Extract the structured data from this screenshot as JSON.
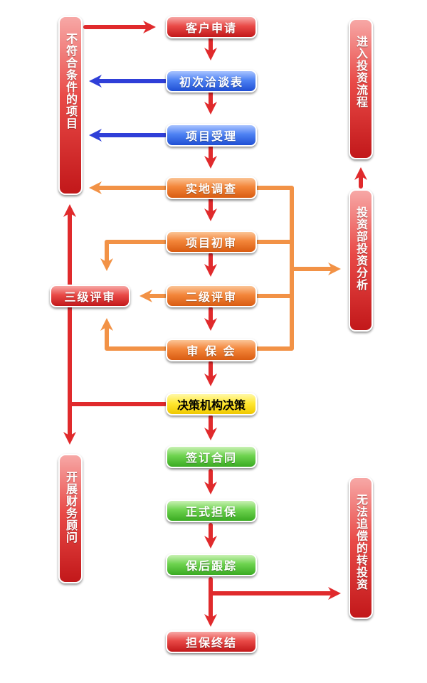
{
  "colors": {
    "red": "#d9262a",
    "blue": "#2d58e0",
    "orange": "#f08a3c",
    "yellow": "#ffe42a",
    "green": "#52c23a"
  },
  "flow": {
    "step1": "客户申请",
    "step2": "初次洽谈表",
    "step3": "项目受理",
    "step4": "实地调查",
    "step5": "项目初审",
    "step6": "二级评审",
    "step7": "审 保 会",
    "step8": "决策机构决策",
    "step9": "签订合同",
    "step10": "正式担保",
    "step11": "保后跟踪",
    "step12": "担保终结"
  },
  "side": {
    "nonqualifying": "不符合条件的项目",
    "third_review": "三级评审",
    "financial_advisory": "开展财务顾问",
    "enter_investment": "进入投资流程",
    "investment_analysis": "投资部投资分析",
    "transfer_investment": "无法追偿的转投资"
  }
}
